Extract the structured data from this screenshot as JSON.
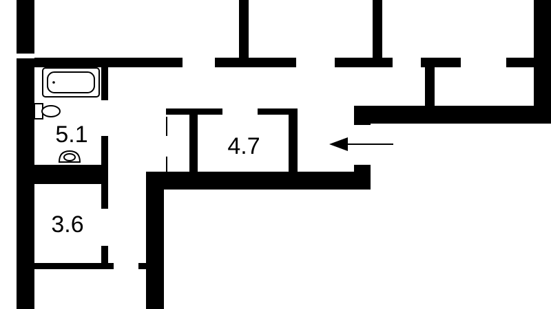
{
  "floor_plan": {
    "rooms": [
      {
        "id": "bathroom",
        "area": "5.1"
      },
      {
        "id": "closet",
        "area": "4.7"
      },
      {
        "id": "storage",
        "area": "3.6"
      }
    ],
    "entrance_arrow_icon": "arrow-left-icon",
    "fixtures": [
      "bathtub-icon",
      "toilet-icon",
      "sink-icon"
    ],
    "colors": {
      "wall": "#000000",
      "background": "#ffffff"
    }
  }
}
